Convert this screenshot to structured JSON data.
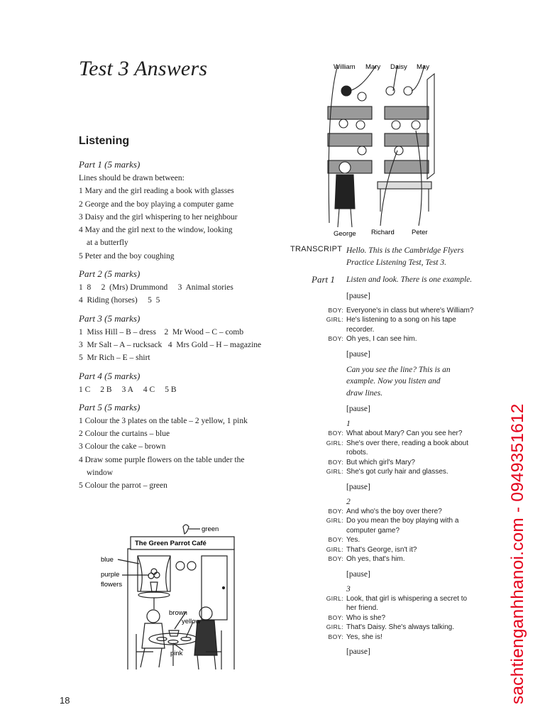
{
  "page": {
    "title": "Test 3 Answers",
    "section": "Listening",
    "page_number": "18",
    "watermark": "sachtienganhhanoi.com - 0949351612"
  },
  "answers": {
    "part1": {
      "heading": "Part 1 (5 marks)",
      "intro": "Lines should be drawn between:",
      "items": [
        "1  Mary and the girl reading a book with glasses",
        "2  George and the boy playing a computer game",
        "3  Daisy and the girl whispering to her neighbour",
        "4  May and the girl next to the window, looking",
        "at a butterfly",
        "5  Peter and the boy coughing"
      ]
    },
    "part2": {
      "heading": "Part 2 (5 marks)",
      "line1": "1  8     2  (Mrs) Drummond     3  Animal stories",
      "line2": "4  Riding (horses)     5  5"
    },
    "part3": {
      "heading": "Part 3 (5 marks)",
      "line1": "1  Miss Hill – B – dress    2  Mr Wood – C – comb",
      "line2": "3  Mr Salt – A – rucksack   4  Mrs Gold – H – magazine",
      "line3": "5  Mr Rich – E – shirt"
    },
    "part4": {
      "heading": "Part 4 (5 marks)",
      "items": [
        "1 C",
        "2 B",
        "3 A",
        "4 C",
        "5 B"
      ]
    },
    "part5": {
      "heading": "Part 5 (5 marks)",
      "items": [
        "1  Colour the 3 plates on the table – 2 yellow, 1 pink",
        "2  Colour the curtains –  blue",
        "3  Colour the cake –  brown",
        "4  Draw some purple flowers on the table under the",
        "window",
        "5  Colour the parrot – green"
      ]
    }
  },
  "illustration_classroom": {
    "names_top": [
      "William",
      "Mary",
      "Daisy",
      "May"
    ],
    "names_bottom": [
      "George",
      "Richard",
      "Peter"
    ]
  },
  "illustration_cafe": {
    "sign": "The Green Parrot Café",
    "labels": {
      "green": "green",
      "blue": "blue",
      "purple1": "purple",
      "purple2": "flowers",
      "brown": "brown",
      "yellow": "yellow",
      "pink": "pink"
    }
  },
  "transcript": {
    "label": "TRANSCRIPT",
    "intro1": "Hello. This is the Cambridge Flyers",
    "intro2": "Practice Listening Test, Test 3.",
    "part_label": "Part 1",
    "part_instruction": "Listen and look. There is one example.",
    "pause": "[pause]",
    "example": [
      {
        "speaker": "Boy:",
        "lines": [
          "Everyone's in class but where's William?"
        ]
      },
      {
        "speaker": "Girl:",
        "lines": [
          "He's listening to a song on his tape",
          "recorder."
        ]
      },
      {
        "speaker": "Boy:",
        "lines": [
          "Oh yes, I can see him."
        ]
      }
    ],
    "line_instr1": "Can you see the line? This is an",
    "line_instr2": "example. Now you listen and",
    "line_instr3": "draw lines.",
    "q1_number": "1",
    "q1": [
      {
        "speaker": "Boy:",
        "lines": [
          "What about Mary? Can you see her?"
        ]
      },
      {
        "speaker": "Girl:",
        "lines": [
          "She's over there, reading a book about",
          "robots."
        ]
      },
      {
        "speaker": "Boy:",
        "lines": [
          "But which girl's Mary?"
        ]
      },
      {
        "speaker": "Girl:",
        "lines": [
          "She's got curly hair and glasses."
        ]
      }
    ],
    "q2_number": "2",
    "q2": [
      {
        "speaker": "Boy:",
        "lines": [
          "And who's the boy over there?"
        ]
      },
      {
        "speaker": "Girl:",
        "lines": [
          "Do you mean the boy playing with a",
          "computer game?"
        ]
      },
      {
        "speaker": "Boy:",
        "lines": [
          "Yes."
        ]
      },
      {
        "speaker": "Girl:",
        "lines": [
          "That's George, isn't it?"
        ]
      },
      {
        "speaker": "Boy:",
        "lines": [
          "Oh yes, that's him."
        ]
      }
    ],
    "q3_number": "3",
    "q3": [
      {
        "speaker": "Girl:",
        "lines": [
          "Look, that girl is whispering a secret to",
          "her friend."
        ]
      },
      {
        "speaker": "Boy:",
        "lines": [
          "Who is she?"
        ]
      },
      {
        "speaker": "Girl:",
        "lines": [
          "That's Daisy. She's always talking."
        ]
      },
      {
        "speaker": "Boy:",
        "lines": [
          "Yes, she is!"
        ]
      }
    ]
  }
}
